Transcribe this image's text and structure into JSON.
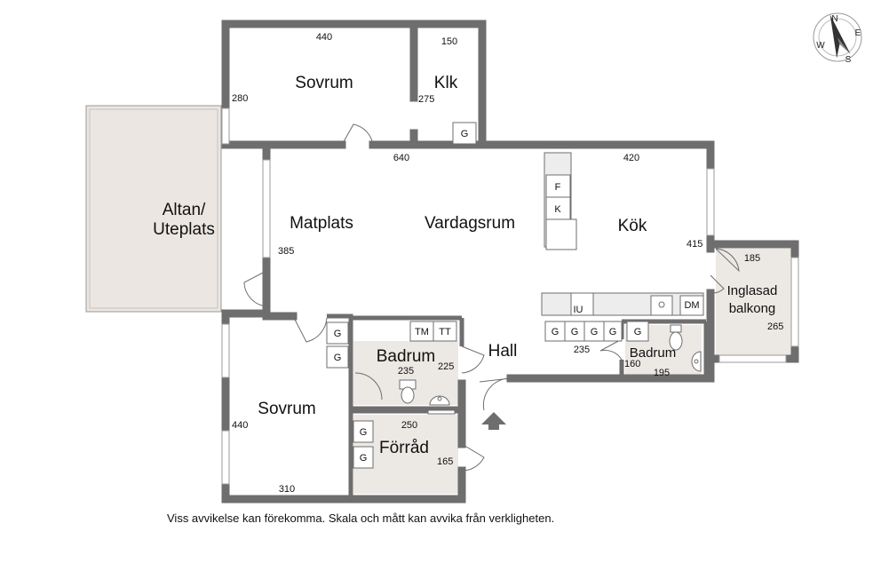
{
  "rooms": {
    "sovrum_top": "Sovrum",
    "klk": "Klk",
    "altan_line1": "Altan/",
    "altan_line2": "Uteplats",
    "matplats": "Matplats",
    "vardagsrum": "Vardagsrum",
    "kok": "Kök",
    "inglasad_line1": "Inglasad",
    "inglasad_line2": "balkong",
    "hall": "Hall",
    "badrum_main": "Badrum",
    "badrum_small": "Badrum",
    "sovrum_bottom": "Sovrum",
    "forrad": "Förråd"
  },
  "dimensions": {
    "sovrum_top_width": "440",
    "sovrum_top_depth": "280",
    "klk_width": "150",
    "klk_depth": "275",
    "living_width": "640",
    "kitchen_width": "420",
    "matplats_depth": "385",
    "kitchen_depth": "415",
    "balcony_width": "185",
    "balcony_depth": "265",
    "kitchen_counter_len": "235",
    "badrum_small_depth": "160",
    "badrum_small_width": "195",
    "badrum_main_width": "235",
    "badrum_main_depth": "225",
    "sovrum_bottom_depth": "440",
    "sovrum_bottom_width": "310",
    "forrad_width": "250",
    "forrad_depth": "165"
  },
  "fixtures": {
    "wardrobe": "G",
    "freezer": "F",
    "fridge": "K",
    "dishwasher": "DM",
    "oven": "IU",
    "washer": "TM",
    "dryer": "TT"
  },
  "compass": {
    "n": "N",
    "e": "E",
    "s": "S",
    "w": "W"
  },
  "disclaimer": "Viss avvikelse kan förekomma. Skala och mått kan avvika från verkligheten.",
  "colors": {
    "wall": "#6e6e6e",
    "floor": "#ffffff",
    "wet_room": "#ece8e4",
    "terrace": "#ebe6e1",
    "counter": "#ededed"
  }
}
